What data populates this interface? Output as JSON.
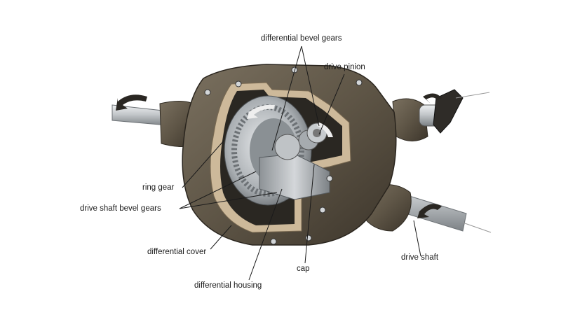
{
  "labels": {
    "differential_bevel_gears": "differential bevel gears",
    "drive_pinion": "drive pinion",
    "ring_gear": "ring gear",
    "drive_shaft_bevel_gears": "drive shaft bevel gears",
    "differential_cover": "differential cover",
    "differential_housing": "differential housing",
    "cap": "cap",
    "drive_shaft": "drive shaft"
  },
  "colors": {
    "background": "#ffffff",
    "housing": "#5e5546",
    "housing_dark": "#3c352b",
    "gasket": "#cdb99a",
    "metal": "#b8bcc0",
    "shaft": "#c9ccce",
    "leader_line": "#1a1a1a"
  },
  "icons": [
    "rotation-arrow-icon",
    "bolt-icon"
  ]
}
